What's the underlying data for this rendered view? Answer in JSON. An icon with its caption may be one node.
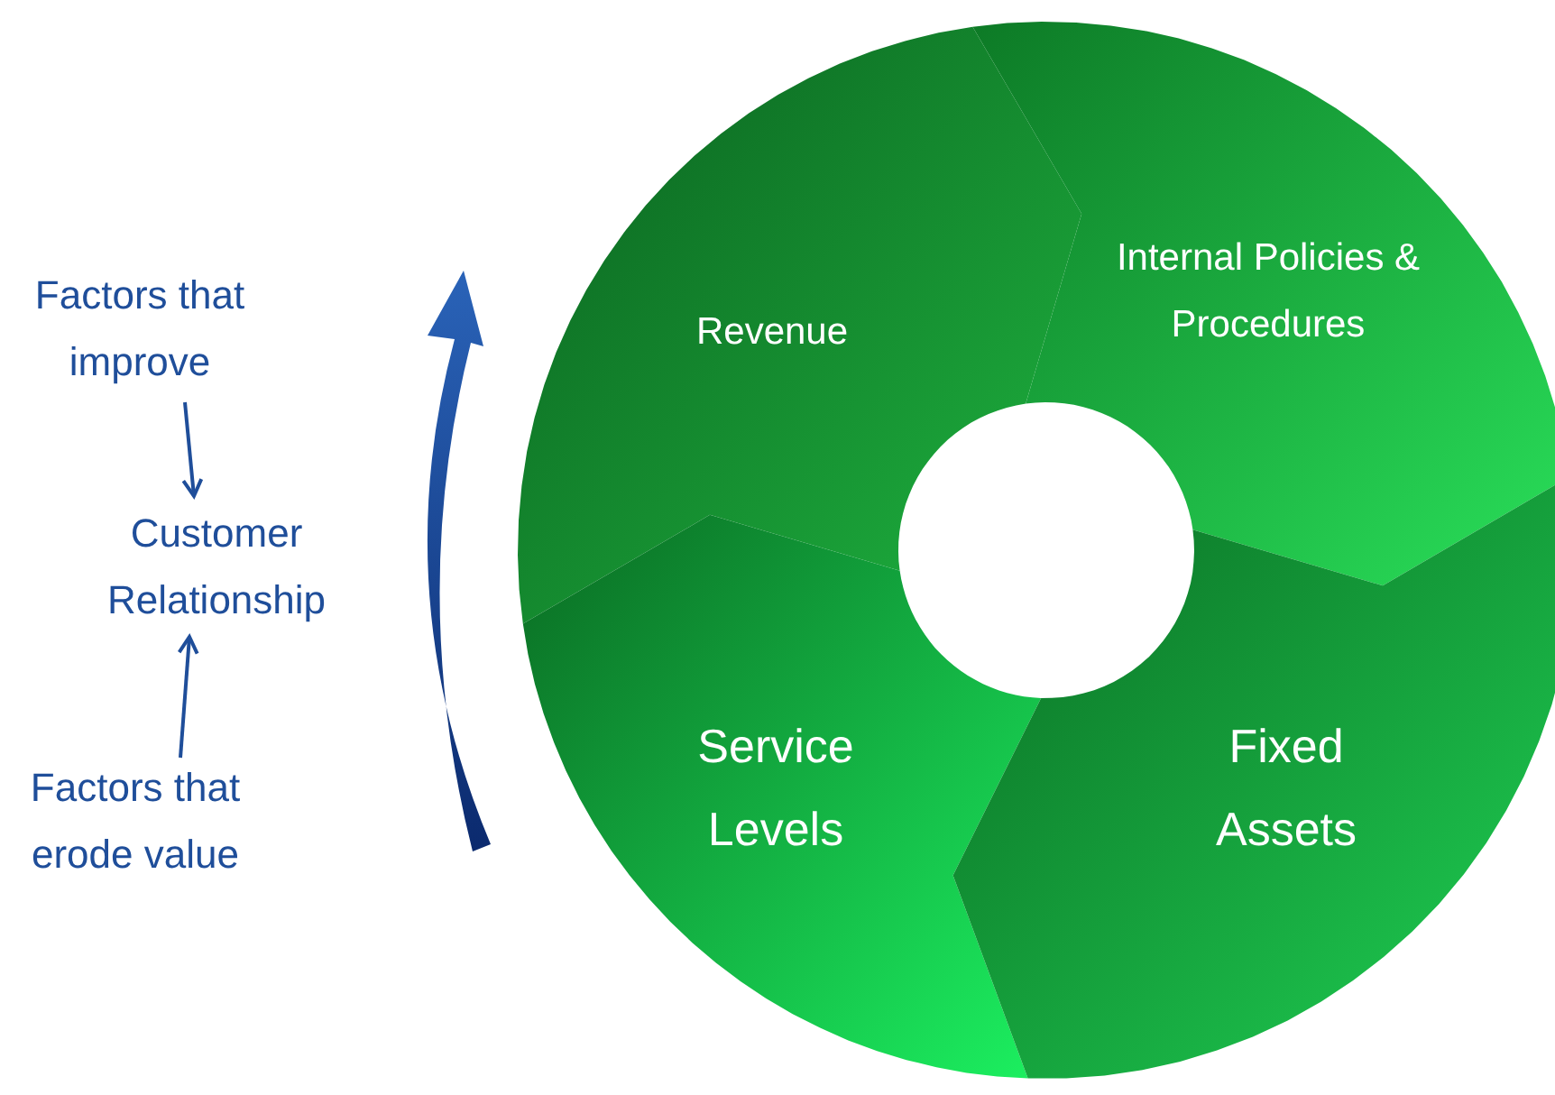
{
  "diagram": {
    "nodes": [
      {
        "text": [
          "Factors that improve"
        ]
      },
      {
        "text": [
          "Customer Relationship"
        ]
      },
      {
        "text": [
          "Factors that erode value"
        ]
      },
      {
        "text": [
          "Revenue"
        ]
      },
      {
        "text": [
          "Internal Policies & Procedures"
        ]
      },
      {
        "text": [
          "Service Levels"
        ]
      },
      {
        "text": [
          "Fixed Assets"
        ]
      }
    ],
    "edges": [
      {
        "from": 0,
        "to": 1,
        "arrow": "to"
      },
      {
        "from": 2,
        "to": 1,
        "arrow": "to"
      }
    ]
  }
}
